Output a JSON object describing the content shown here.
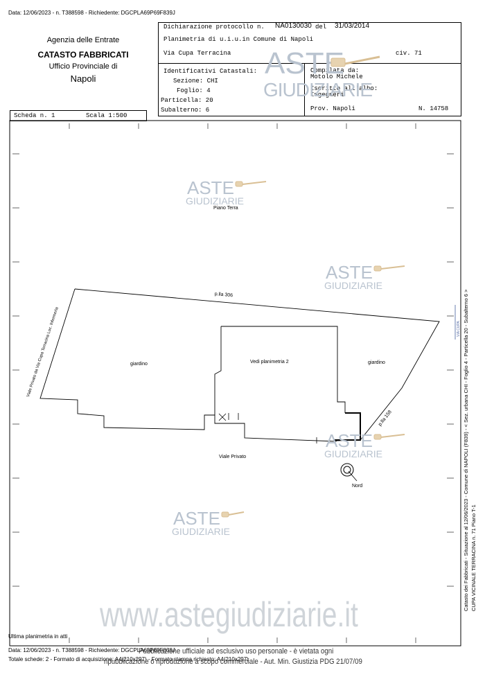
{
  "top_line": "Data: 12/06/2023 - n. T388598 - Richiedente: DGCPLA69P69F839J",
  "agency": {
    "line1": "Agenzia delle Entrate",
    "line2": "CATASTO FABBRICATI",
    "line3": "Ufficio Provinciale di",
    "line4": "Napoli"
  },
  "declaration": {
    "label": "Dichiarazione protocollo n.",
    "number": "NA0130030",
    "del_label": "del",
    "date": "31/03/2014",
    "plan_line": "Planimetria di u.i.u.in Comune di Napoli",
    "address": "Via Cupa Terracina",
    "civ": "civ. 71"
  },
  "identifiers": {
    "title": "Identificativi Catastali:",
    "sezione": "Sezione: CHI",
    "foglio": "Foglio: 4",
    "particella": "Particella: 20",
    "subalterno": "Subalterno: 6"
  },
  "compiler": {
    "compilata": "Compilata da:",
    "name": "Motolo Michele",
    "iscritto": "Iscritto all'albo:",
    "albo": "Ingegneri",
    "prov": "Prov. Napoli",
    "number": "N. 14758"
  },
  "scheda": {
    "label": "Scheda n. 1",
    "scale": "Scala 1:500"
  },
  "plan": {
    "floor": "Piano Terra",
    "plla_306": "p.lla 306",
    "road_left": "Viale Privato da Via Cupa Terracina Loc. Infermeria",
    "giardino_left": "giardino",
    "vedi": "Vedi planimetria 2",
    "giardino_right": "giardino",
    "plla_158": "p.lla 158",
    "viale": "Viale  Privato",
    "nord": "Nord"
  },
  "watermark": {
    "aste": "ASTE",
    "giudiziarie": "GIUDIZIARIE",
    "site": "www.astegiudiziarie.it"
  },
  "side_text": {
    "line1": "Catasto dei Fabbricati - Situazione al 12/06/2023 - Comune di NAPOLI (F839) - < Sez. urbana CHI - Foglio 4 - Particella 20 - Subalterno 6 >",
    "line2": "CUPA VICINALE TERRACINA n. 71 Piano T-1",
    "stamp": "VIA CUPA"
  },
  "footer": {
    "ultima": "Ultima planimetria in atti",
    "data_line": "Data: 12/06/2023 - n. T388598 - Richiedente: DGCPLA69P69F839J",
    "totale": "Totale schede: 2 - Formato di acquisizione: A4(210x297) - Formato stampa richiesto: A4(210x297)",
    "pub1": "Pubblicazione ufficiale ad esclusivo uso personale - è vietata ogni",
    "pub2": "ripubblicazione o riproduzione a scopo commerciale - Aut. Min. Giustizia PDG 21/07/09"
  }
}
